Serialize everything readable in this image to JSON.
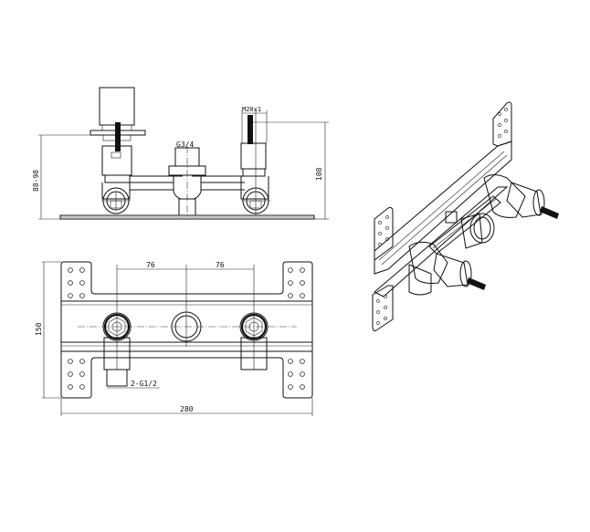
{
  "drawing": {
    "title": "Concealed dual-outlet valve mounting bracket – technical drawing",
    "front_elevation": {
      "labels": {
        "thread_spec": "M20x1",
        "inlet_center": "G3/4",
        "depth_range": "88-98",
        "overall_height": "108"
      }
    },
    "top_view": {
      "labels": {
        "spacing_left": "76",
        "spacing_right": "76",
        "height": "150",
        "outlet_spec": "2-G1/2",
        "overall_width": "280"
      },
      "mounting_holes_per_tab": 6,
      "tabs": 4
    },
    "isometric_view": {
      "description": "3D view of bracket with two valve bodies and threaded spindles"
    },
    "colors": {
      "line": "#111111",
      "background": "#ffffff"
    }
  }
}
